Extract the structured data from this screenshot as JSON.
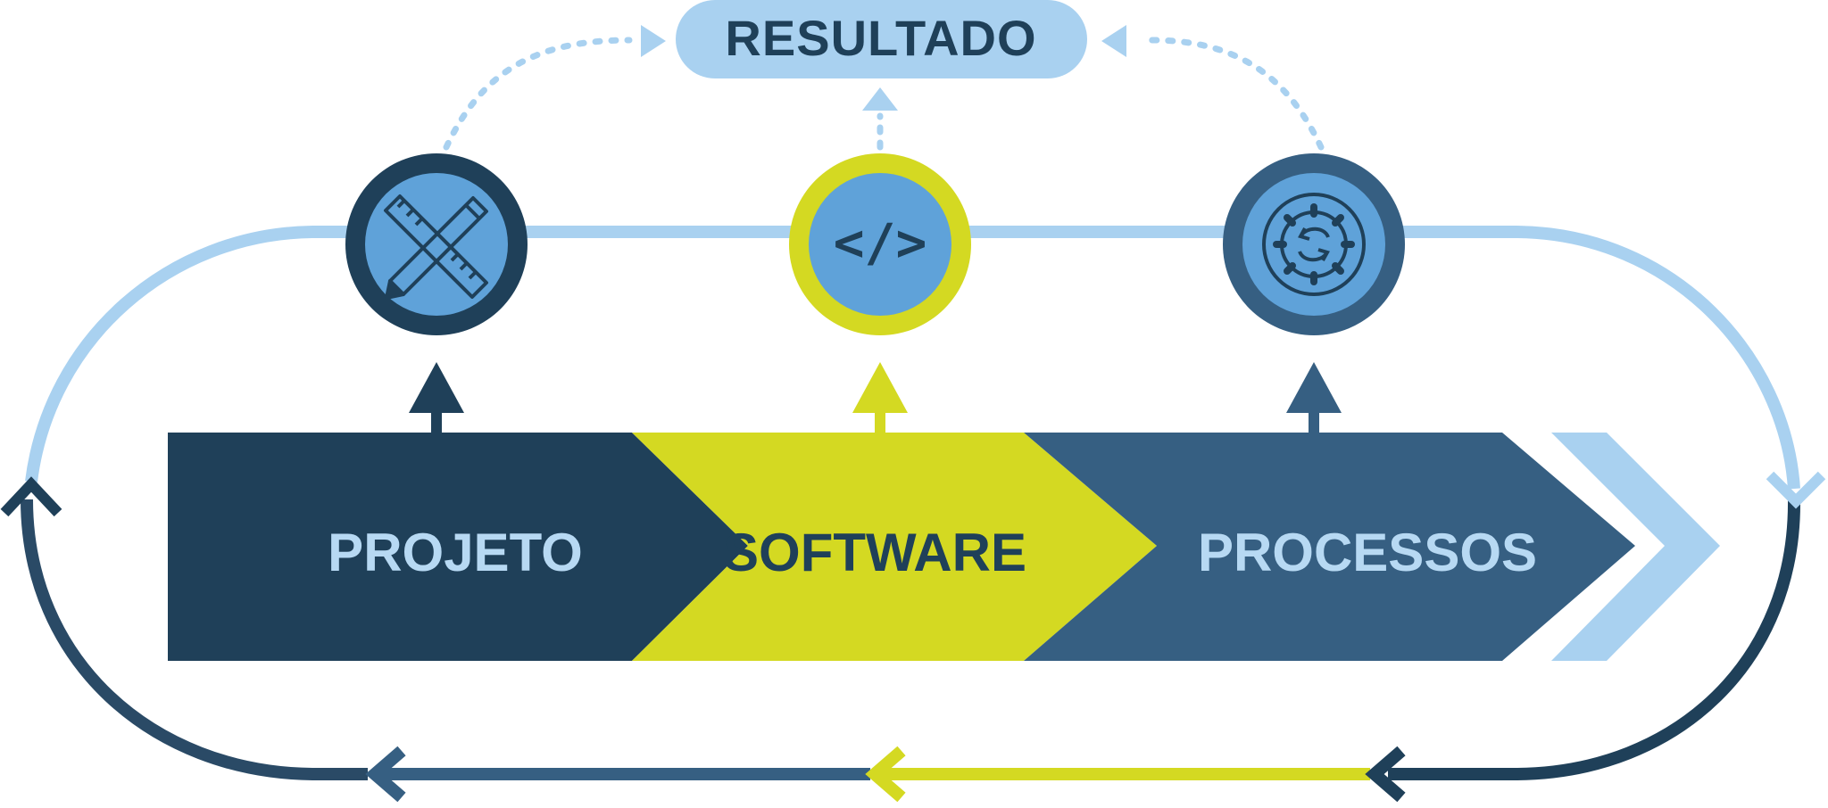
{
  "result": {
    "label": "RESULTADO"
  },
  "stages": [
    {
      "label": "PROJETO",
      "icon": "ruler-pencil-icon"
    },
    {
      "label": "SOFTWARE",
      "icon": "code-brackets-icon",
      "symbol": "</>"
    },
    {
      "label": "PROCESSOS",
      "icon": "gear-cycle-icon"
    }
  ],
  "colors": {
    "navy": "#1f4059",
    "lime": "#d4d922",
    "steel": "#365f82",
    "sky": "#a9d1f0",
    "icon_fill": "#5fa2d9",
    "label_text": "#b7d9f3",
    "result_text": "#1f4059"
  }
}
